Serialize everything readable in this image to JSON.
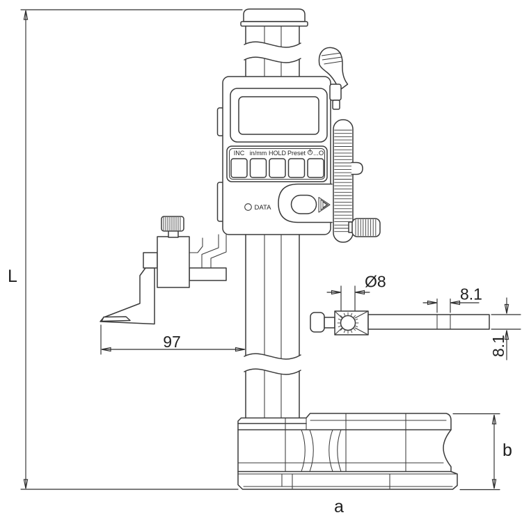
{
  "display_unit": {
    "buttons": [
      "INC",
      "in/mm",
      "HOLD",
      "Preset"
    ],
    "power_label_suffix": "...O",
    "data_indicator_label": "DATA"
  },
  "annotations": {
    "overall_height": "L",
    "scriber_reach": "97",
    "probe_diameter": "Ø8",
    "probe_tip_length": "8.1",
    "probe_tip_height": "8.1",
    "base_length": "a",
    "base_height": "b"
  },
  "colors": {
    "outline": "#3a3a3a",
    "dimension_line": "#2e2e2e",
    "text": "#1f1f1f",
    "background": "#ffffff"
  }
}
